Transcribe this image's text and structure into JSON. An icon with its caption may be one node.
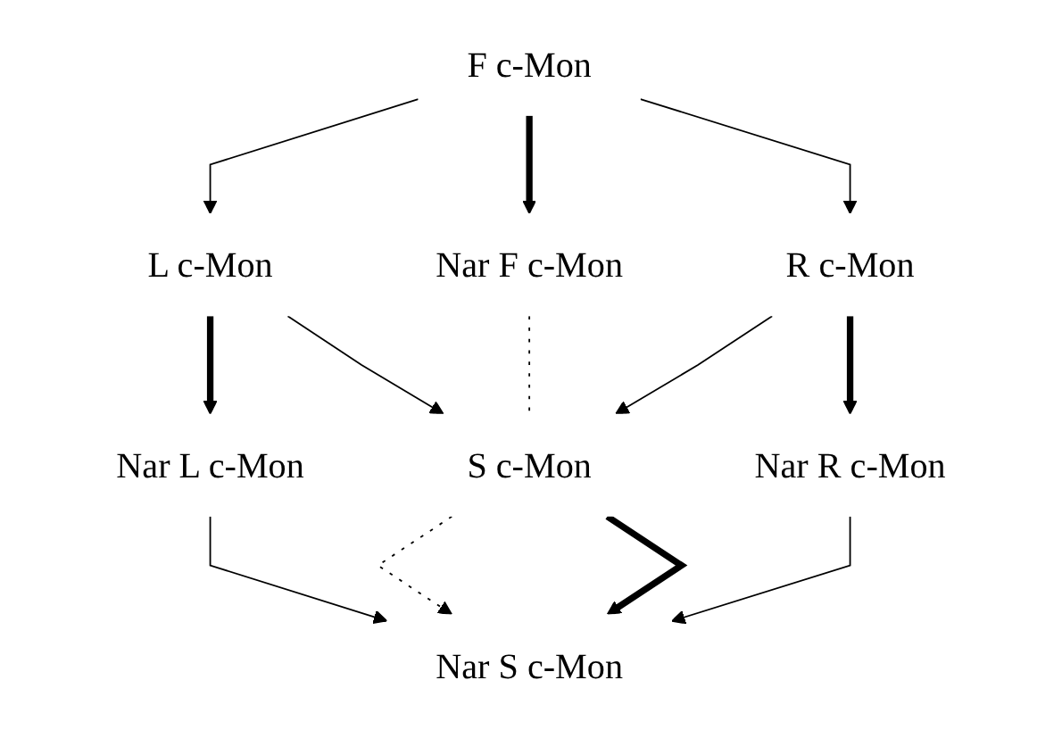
{
  "diagram": {
    "nodes": [
      {
        "text": [
          "F c-Mon"
        ]
      },
      {
        "text": [
          "L c-Mon"
        ]
      },
      {
        "text": [
          "Nar F c-Mon"
        ]
      },
      {
        "text": [
          "R c-Mon"
        ]
      },
      {
        "text": [
          "Nar L c-Mon"
        ]
      },
      {
        "text": [
          "S c-Mon"
        ]
      },
      {
        "text": [
          "Nar R c-Mon"
        ]
      },
      {
        "text": [
          "Nar S c-Mon"
        ]
      }
    ],
    "edges": [
      {
        "from": 0,
        "to": 1,
        "arrow": "to"
      },
      {
        "from": 0,
        "to": 2,
        "arrow": "to",
        "style": "thick"
      },
      {
        "from": 0,
        "to": 3,
        "arrow": "to"
      },
      {
        "from": 1,
        "to": 4,
        "arrow": "to",
        "style": "thick"
      },
      {
        "from": 1,
        "to": 5,
        "arrow": "to"
      },
      {
        "from": 3,
        "to": 5,
        "arrow": "to"
      },
      {
        "from": 3,
        "to": 6,
        "arrow": "to",
        "style": "thick"
      },
      {
        "from": 2,
        "to": 5,
        "arrow": "none",
        "style": "dashed"
      },
      {
        "from": 5,
        "to": 7,
        "arrow": "to",
        "style": "dashed"
      },
      {
        "from": 4,
        "to": 7,
        "arrow": "to"
      },
      {
        "from": 5,
        "to": 7,
        "arrow": "to",
        "style": "thick"
      },
      {
        "from": 6,
        "to": 7,
        "arrow": "to"
      }
    ]
  }
}
